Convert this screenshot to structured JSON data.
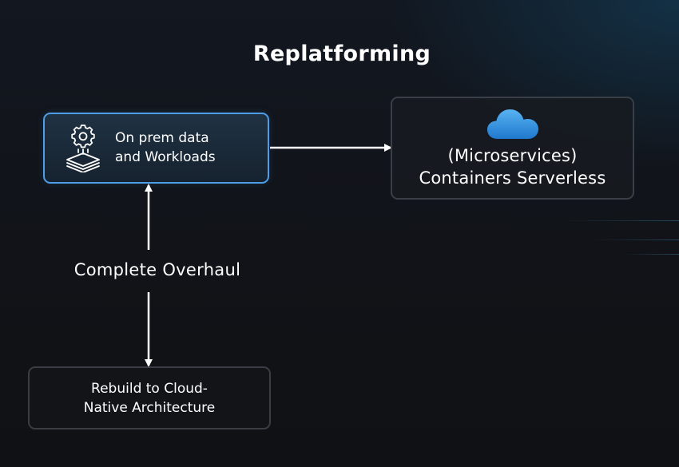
{
  "title": "Replatforming",
  "nodes": {
    "source": {
      "icon": "gear-layers-icon",
      "lines": [
        "On prem data",
        "and Workloads"
      ]
    },
    "target": {
      "icon": "cloud-icon",
      "lines": [
        "(Microservices)",
        "Containers Serverless"
      ]
    },
    "rebuild": {
      "lines": [
        "Rebuild to Cloud-",
        "Native Architecture"
      ]
    }
  },
  "edges": {
    "relation_label": "Complete Overhaul"
  },
  "colors": {
    "accent_border": "#4d9ee6",
    "cloud": "#2f8ee0",
    "arrow": "#ffffff"
  }
}
